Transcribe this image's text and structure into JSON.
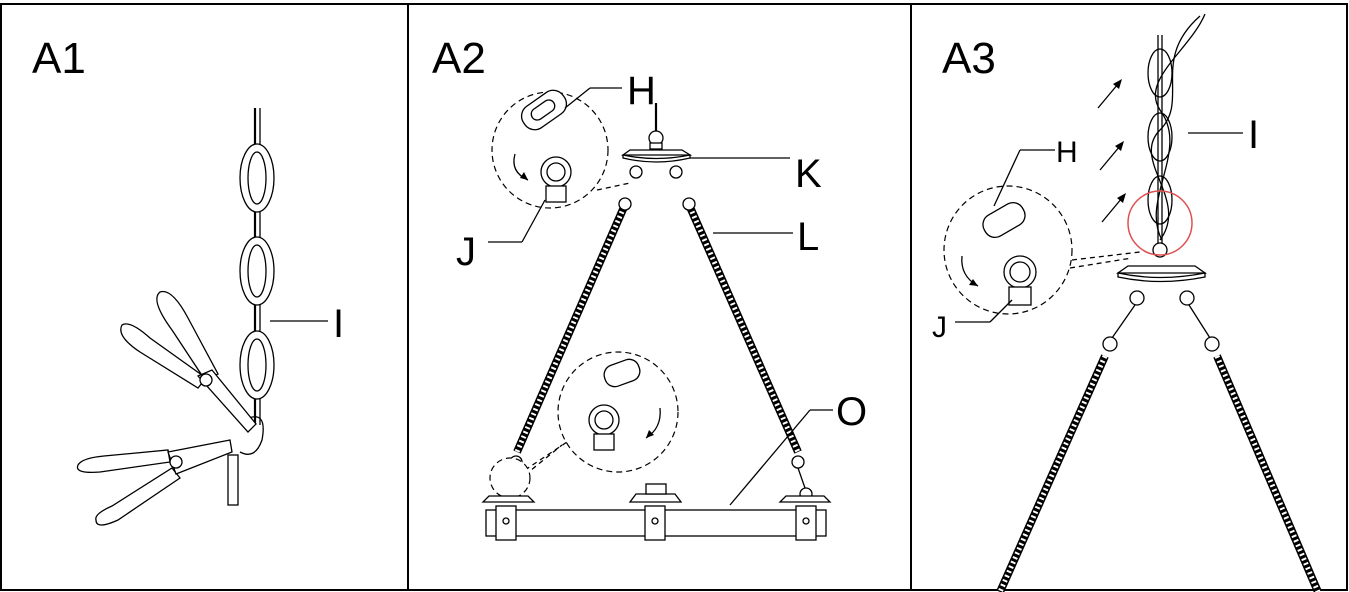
{
  "panels": [
    {
      "id": "A1",
      "title": "A1",
      "labels": {
        "chain": "I"
      }
    },
    {
      "id": "A2",
      "title": "A2",
      "labels": {
        "shackle": "H",
        "ring": "J",
        "canopy": "K",
        "rope": "L",
        "frame": "O"
      }
    },
    {
      "id": "A3",
      "title": "A3",
      "labels": {
        "chain": "I",
        "shackle": "H",
        "ring": "J"
      }
    }
  ],
  "colors": {
    "line": "#000000",
    "background": "#ffffff",
    "highlight": "#e05050"
  }
}
